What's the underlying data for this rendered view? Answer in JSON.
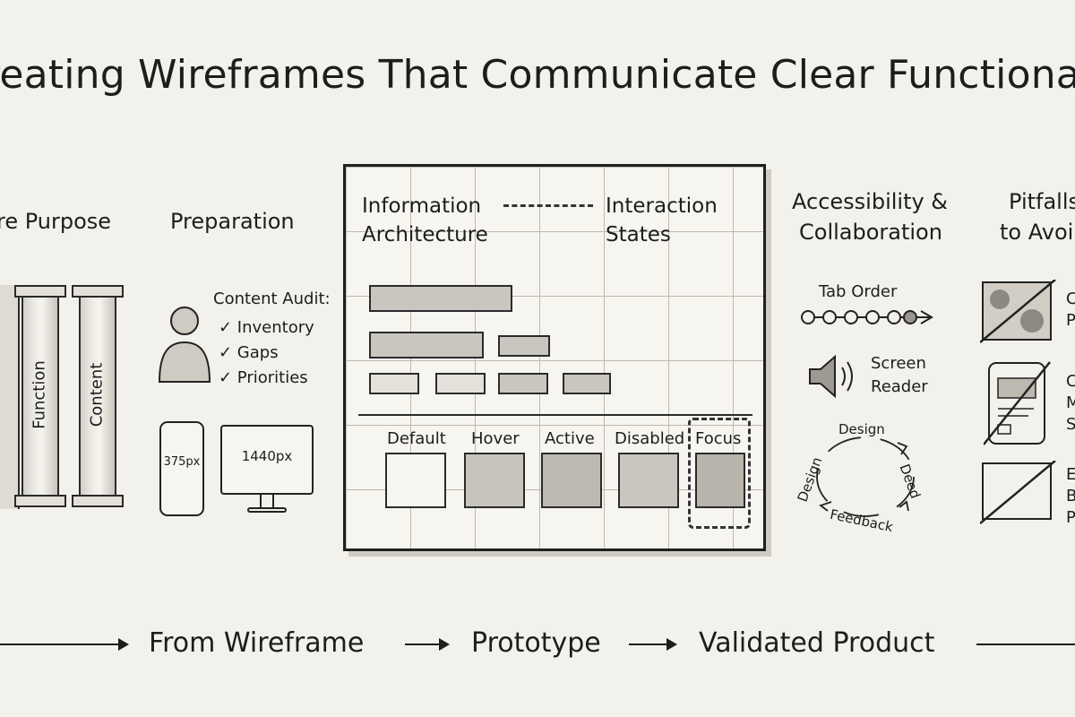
{
  "title": "reating Wireframes That Communicate Clear Functionalit",
  "sections": {
    "purpose": {
      "label": "re Purpose",
      "pillars": [
        "Function",
        "Content"
      ]
    },
    "preparation": {
      "label": "Preparation",
      "audit_title": "Content Audit:",
      "audit_items": [
        "✓ Inventory",
        "✓ Gaps",
        "✓ Priorities"
      ],
      "devices": [
        "375px",
        "1440px"
      ]
    },
    "wireframe": {
      "ia_label_line1": "Information",
      "ia_label_line2": "Architecture",
      "states_label_line1": "Interaction",
      "states_label_line2": "States",
      "states": [
        "Default",
        "Hover",
        "Active",
        "Disabled",
        "Focus"
      ]
    },
    "accessibility": {
      "label_line1": "Accessibility &",
      "label_line2": "Collaboration",
      "tab_order": "Tab Order",
      "screen_reader_line1": "Screen",
      "screen_reader_line2": "Reader",
      "cycle": [
        "Design",
        "Deed",
        "Feedback",
        "Design"
      ]
    },
    "pitfalls": {
      "label_line1": "Pitfalls",
      "label_line2": "to Avoi",
      "items": [
        [
          "C",
          "P"
        ],
        [
          "C",
          "M",
          "S"
        ],
        [
          "E",
          "B",
          "P"
        ]
      ]
    }
  },
  "footer": [
    "From Wireframe",
    "Prototype",
    "Validated Product"
  ]
}
